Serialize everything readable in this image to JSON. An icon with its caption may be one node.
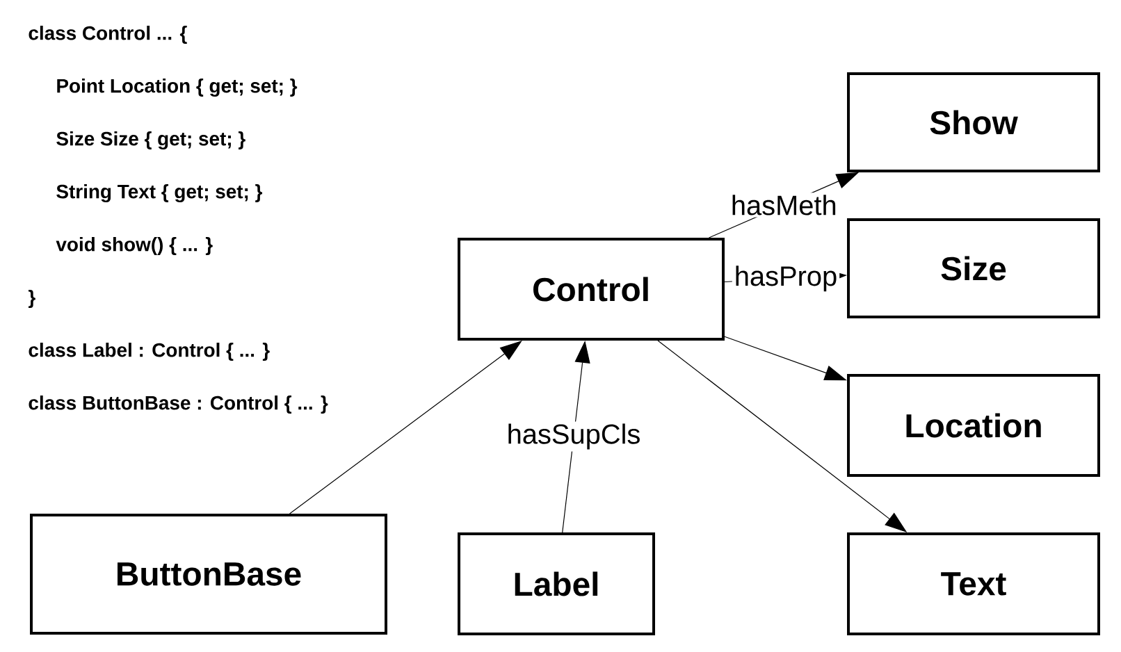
{
  "diagram": {
    "nodes": [
      {
        "text": [
          "Control"
        ]
      },
      {
        "text": [
          "Show"
        ]
      },
      {
        "text": [
          "Size"
        ]
      },
      {
        "text": [
          "Location"
        ]
      },
      {
        "text": [
          "Text"
        ]
      },
      {
        "text": [
          "ButtonBase"
        ]
      },
      {
        "text": [
          "Label"
        ]
      }
    ],
    "edges": [
      {
        "from": 0,
        "to": 1,
        "arrow": "to",
        "label": "hasMeth"
      },
      {
        "from": 0,
        "to": 2,
        "arrow": "to",
        "label": "hasProp"
      },
      {
        "from": 0,
        "to": 3,
        "arrow": "to"
      },
      {
        "from": 0,
        "to": 4,
        "arrow": "to"
      },
      {
        "from": 5,
        "to": 0,
        "arrow": "to"
      },
      {
        "from": 6,
        "to": 0,
        "arrow": "to",
        "label": "hasSupCls"
      }
    ],
    "labels": [
      "class Control ... {",
      "Point Location { get; set; }",
      "Size Size { get; set; }",
      "String Text { get; set; }",
      "void show() { ... }",
      "}",
      "class Label  :  Control  { ... }",
      "class ButtonBase : Control  { ... }"
    ]
  }
}
